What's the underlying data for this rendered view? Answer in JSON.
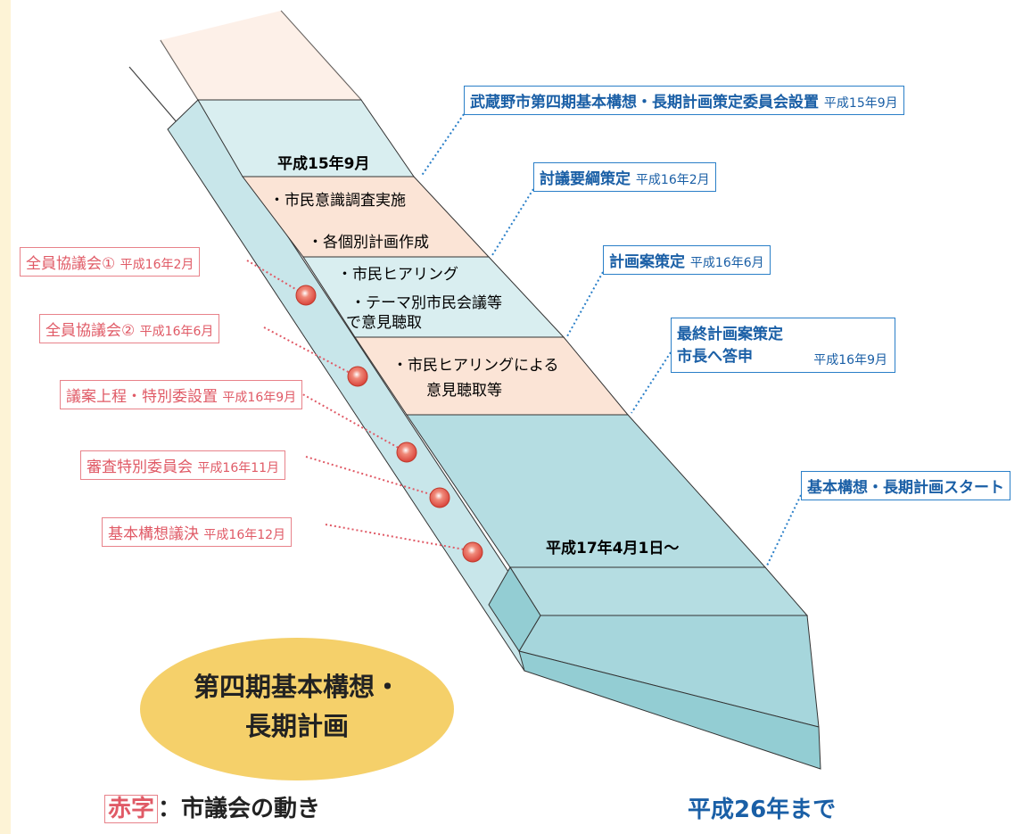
{
  "band_labels": {
    "start": "平成15年9月",
    "stage1_a": "・市民意識調査実施",
    "stage1_b": "・各個別計画作成",
    "stage2_a": "・市民ヒアリング",
    "stage2_b": "・テーマ別市民会議等",
    "stage2_c": "で意見聴取",
    "stage3_a": "・市民ヒアリングによる",
    "stage3_b": "意見聴取等",
    "kickoff": "平成17年4月1日～"
  },
  "blue_callouts": [
    {
      "text": "武蔵野市第四期基本構想・長期計画策定委員会設置",
      "date": "平成15年9月"
    },
    {
      "text": "討議要綱策定",
      "date": "平成16年2月"
    },
    {
      "text": "計画案策定",
      "date": "平成16年6月"
    },
    {
      "text": "最終計画案策定\n市長へ答申",
      "date": "平成16年9月"
    },
    {
      "text": "基本構想・長期計画スタート",
      "date": ""
    }
  ],
  "red_callouts": [
    {
      "text": "全員協議会①",
      "date": "平成16年2月"
    },
    {
      "text": "全員協議会②",
      "date": "平成16年6月"
    },
    {
      "text": "議案上程・特別委設置",
      "date": "平成16年9月"
    },
    {
      "text": "審査特別委員会",
      "date": "平成16年11月"
    },
    {
      "text": "基本構想議決",
      "date": "平成16年12月"
    }
  ],
  "title_badge": {
    "line1": "第四期基本構想・",
    "line2": "長期計画"
  },
  "legend": {
    "key": "赤字",
    "desc": "：市議会の動き"
  },
  "end_note": "平成26年まで",
  "colors": {
    "sidebar": "#fdf3d6",
    "teal_light": "#d9eef0",
    "teal_mid": "#b5dde2",
    "teal_dark": "#93cdd3",
    "peach": "#fbe4d6",
    "badge": "#f5d06a",
    "blue_accent": "#1a5fa6",
    "red_accent": "#e05a66"
  }
}
